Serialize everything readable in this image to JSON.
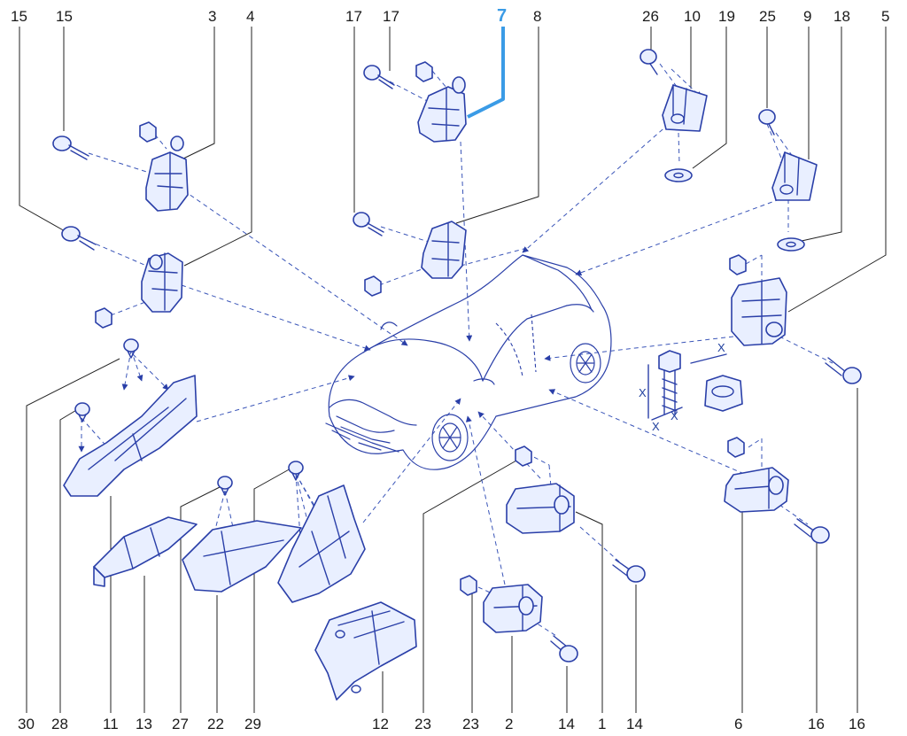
{
  "callouts": {
    "top": [
      {
        "id": "t15a",
        "label": "15"
      },
      {
        "id": "t15b",
        "label": "15"
      },
      {
        "id": "t3",
        "label": "3"
      },
      {
        "id": "t4",
        "label": "4"
      },
      {
        "id": "t17a",
        "label": "17"
      },
      {
        "id": "t17b",
        "label": "17"
      },
      {
        "id": "t7",
        "label": "7"
      },
      {
        "id": "t8",
        "label": "8"
      },
      {
        "id": "t26",
        "label": "26"
      },
      {
        "id": "t10",
        "label": "10"
      },
      {
        "id": "t19",
        "label": "19"
      },
      {
        "id": "t25",
        "label": "25"
      },
      {
        "id": "t9",
        "label": "9"
      },
      {
        "id": "t18",
        "label": "18"
      },
      {
        "id": "t5",
        "label": "5"
      }
    ],
    "bottom": [
      {
        "id": "b30",
        "label": "30"
      },
      {
        "id": "b28",
        "label": "28"
      },
      {
        "id": "b11",
        "label": "11"
      },
      {
        "id": "b13",
        "label": "13"
      },
      {
        "id": "b27",
        "label": "27"
      },
      {
        "id": "b22",
        "label": "22"
      },
      {
        "id": "b29",
        "label": "29"
      },
      {
        "id": "b12",
        "label": "12"
      },
      {
        "id": "b23a",
        "label": "23"
      },
      {
        "id": "b23b",
        "label": "23"
      },
      {
        "id": "b2",
        "label": "2"
      },
      {
        "id": "b14a",
        "label": "14"
      },
      {
        "id": "b1",
        "label": "1"
      },
      {
        "id": "b14b",
        "label": "14"
      },
      {
        "id": "b6",
        "label": "6"
      },
      {
        "id": "b16a",
        "label": "16"
      },
      {
        "id": "b16b",
        "label": "16"
      }
    ]
  },
  "dimension_labels": {
    "x1": "X",
    "x2": "X",
    "x3": "X",
    "x4": "X"
  },
  "colors": {
    "line": "#2a3fa8",
    "highlight": "#3a9be6",
    "text": "#1a1a1a"
  }
}
